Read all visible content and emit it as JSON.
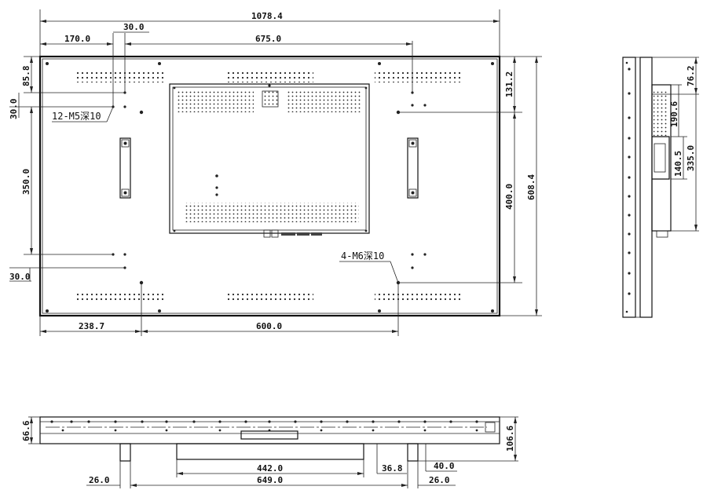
{
  "front_view": {
    "dims": {
      "overall_width": "1078.4",
      "left_offset": "170.0",
      "spacing_30_top": "30.0",
      "hole_span": "675.0",
      "top_margin": "85.8",
      "left_30": "30.0",
      "vertical_350": "350.0",
      "bottom_left_30": "30.0",
      "top_right_131": "131.2",
      "vertical_400": "400.0",
      "overall_height": "608.4",
      "bottom_left_238": "238.7",
      "bottom_span_600": "600.0"
    },
    "notes": {
      "m5_holes": "12-M5深10",
      "m6_holes": "4-M6深10"
    }
  },
  "side_view": {
    "dims": {
      "d76": "76.2",
      "d190": "190.6",
      "d140": "140.5",
      "d335": "335.0"
    }
  },
  "bottom_view": {
    "dims": {
      "depth_66": "66.6",
      "depth_106": "106.6",
      "width_442": "442.0",
      "height_36": "36.8",
      "width_649": "649.0",
      "left_26": "26.0",
      "right_40": "40.0",
      "right_26": "26.0"
    }
  }
}
